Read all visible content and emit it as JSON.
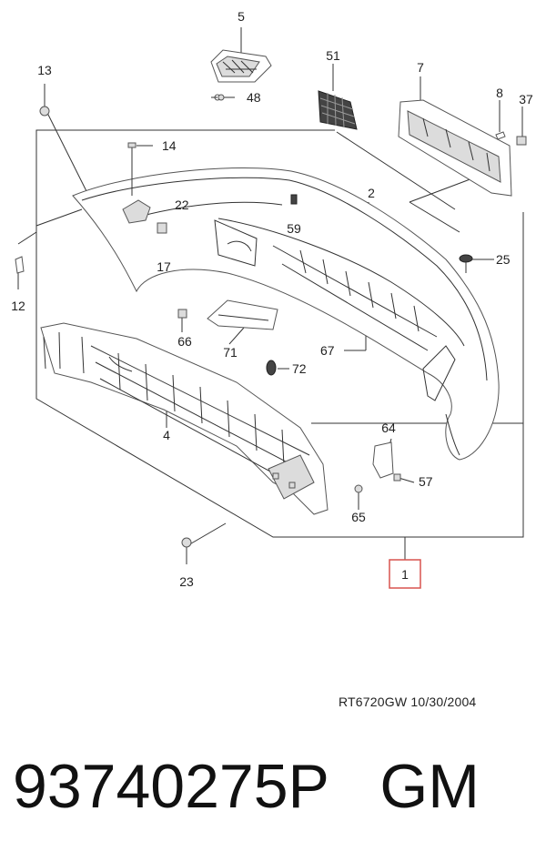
{
  "callouts": {
    "c1": "1",
    "c2": "2",
    "c4": "4",
    "c5": "5",
    "c7": "7",
    "c8": "8",
    "c12": "12",
    "c13": "13",
    "c14": "14",
    "c17": "17",
    "c22": "22",
    "c23": "23",
    "c25": "25",
    "c37": "37",
    "c48": "48",
    "c51": "51",
    "c57": "57",
    "c59": "59",
    "c64": "64",
    "c65": "65",
    "c66": "66",
    "c67": "67",
    "c71": "71",
    "c72": "72"
  },
  "highlight_color": "#d9534f",
  "footer": {
    "ref_code": "RT6720GW  10/30/2004",
    "part_number": "93740275P   GM"
  }
}
